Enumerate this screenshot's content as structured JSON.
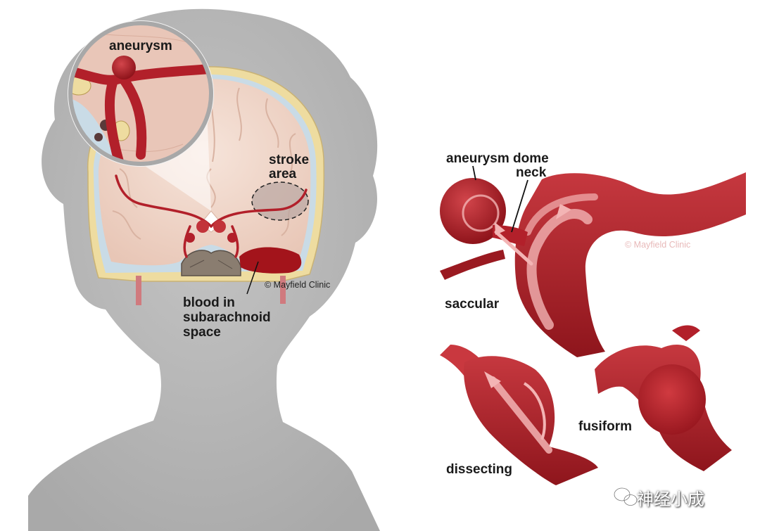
{
  "labels": {
    "aneurysm": "aneurysm",
    "stroke_area": "stroke\narea",
    "blood_in_subarachnoid_space": "blood in\nsubarachnoid\nspace",
    "copyright_left": "© Mayfield Clinic",
    "aneurysm_dome": "aneurysm dome",
    "neck": "neck",
    "copyright_right": "© Mayfield Clinic",
    "saccular": "saccular",
    "fusiform": "fusiform",
    "dissecting": "dissecting"
  },
  "watermark": {
    "text": "神经小成",
    "icon": "wechat-icon"
  },
  "colors": {
    "silhouette": "#b4b4b4",
    "artery": "#b2202a",
    "artery_light": "#d9585e",
    "brain": "#f1d8cc",
    "skull": "#eedca0",
    "blood": "#9e1016"
  }
}
